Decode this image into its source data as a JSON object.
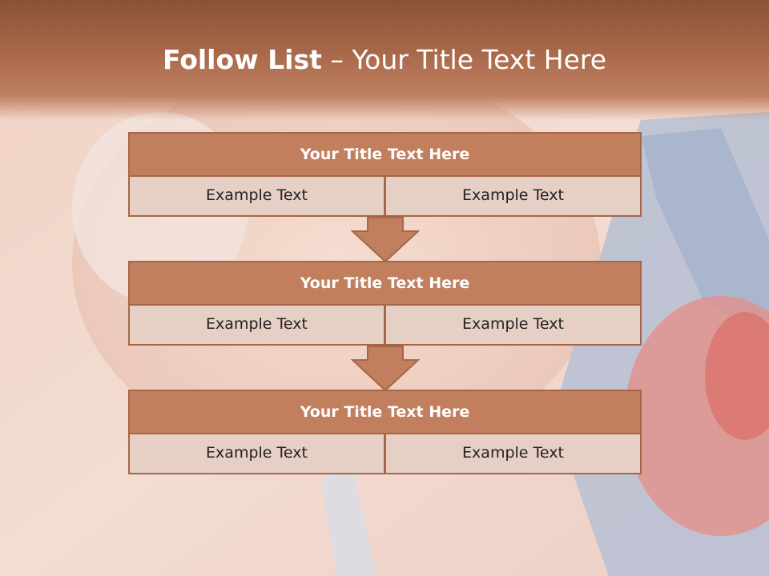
{
  "slide": {
    "title_bold": "Follow List",
    "title_rest": " – Your Title Text Here"
  },
  "blocks": [
    {
      "heading": "Your Title Text Here",
      "cells": [
        "Example Text",
        "Example Text"
      ]
    },
    {
      "heading": "Your Title Text Here",
      "cells": [
        "Example Text",
        "Example Text"
      ]
    },
    {
      "heading": "Your Title Text Here",
      "cells": [
        "Example Text",
        "Example Text"
      ]
    }
  ],
  "colors": {
    "header_fill": "#c17f5d",
    "cell_fill": "#e6d0c6",
    "border": "#a56747",
    "title_band": "#8a5237"
  },
  "icons": [
    "down-arrow-icon",
    "down-arrow-icon"
  ]
}
